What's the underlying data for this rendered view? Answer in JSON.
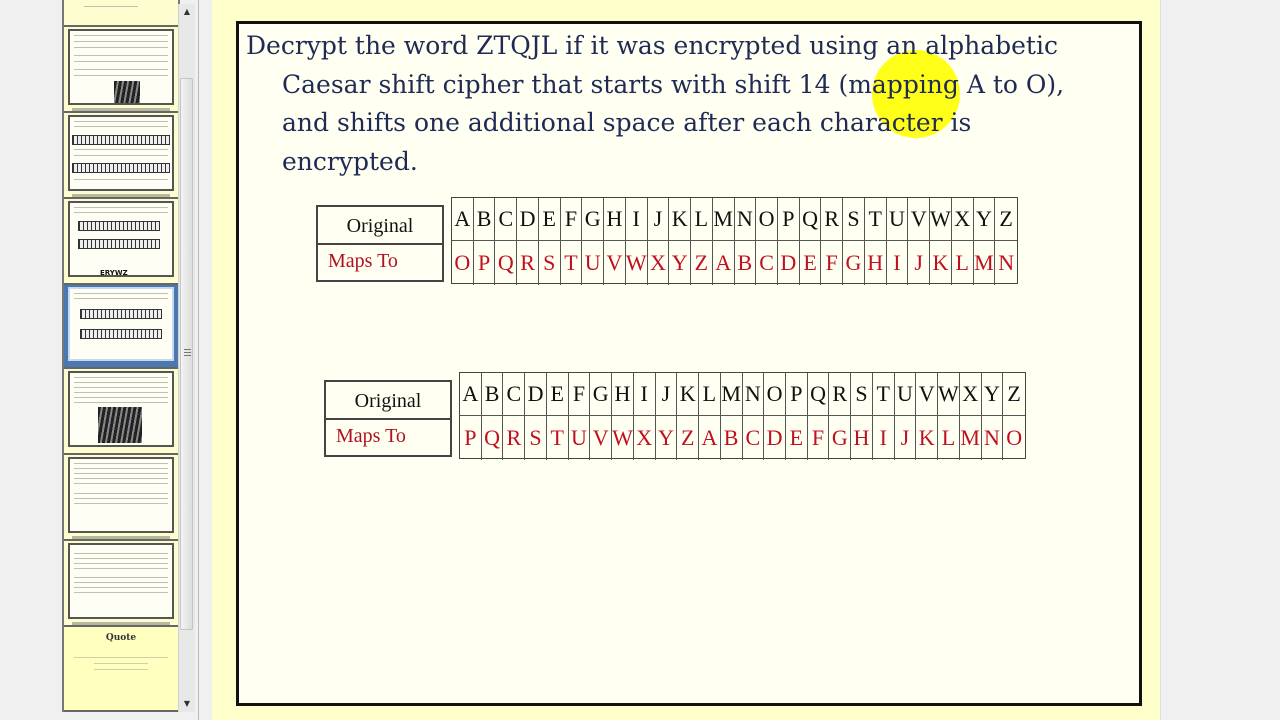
{
  "thumbnails": {
    "items": [
      {
        "index": 1,
        "type": "text-photo",
        "selected": false
      },
      {
        "index": 2,
        "type": "two-tables-annotated",
        "selected": false
      },
      {
        "index": 3,
        "type": "two-tables-annotated",
        "annotation": "ERYWZ",
        "selected": false
      },
      {
        "index": 4,
        "type": "two-tables",
        "selected": true
      },
      {
        "index": 5,
        "type": "text-photo",
        "selected": false
      },
      {
        "index": 6,
        "type": "text",
        "selected": false
      },
      {
        "index": 7,
        "type": "text",
        "selected": false
      },
      {
        "index": 8,
        "type": "quote",
        "title": "Quote",
        "selected": false
      }
    ]
  },
  "scrollbar": {
    "up_icon": "▲",
    "down_icon": "▼"
  },
  "slide": {
    "problem": {
      "line1": "Decrypt the word ZTQJL if it was encrypted using an alphabetic",
      "line2": "Caesar shift cipher that starts with shift 14 (mapping A to O),",
      "line3": "and shifts one additional space after each character is",
      "line4": "encrypted."
    },
    "tables": [
      {
        "label_original": "Original",
        "label_maps_to": "Maps To",
        "original": [
          "A",
          "B",
          "C",
          "D",
          "E",
          "F",
          "G",
          "H",
          "I",
          "J",
          "K",
          "L",
          "M",
          "N",
          "O",
          "P",
          "Q",
          "R",
          "S",
          "T",
          "U",
          "V",
          "W",
          "X",
          "Y",
          "Z"
        ],
        "maps_to": [
          "O",
          "P",
          "Q",
          "R",
          "S",
          "T",
          "U",
          "V",
          "W",
          "X",
          "Y",
          "Z",
          "A",
          "B",
          "C",
          "D",
          "E",
          "F",
          "G",
          "H",
          "I",
          "J",
          "K",
          "L",
          "M",
          "N"
        ]
      },
      {
        "label_original": "Original",
        "label_maps_to": "Maps To",
        "original": [
          "A",
          "B",
          "C",
          "D",
          "E",
          "F",
          "G",
          "H",
          "I",
          "J",
          "K",
          "L",
          "M",
          "N",
          "O",
          "P",
          "Q",
          "R",
          "S",
          "T",
          "U",
          "V",
          "W",
          "X",
          "Y",
          "Z"
        ],
        "maps_to": [
          "P",
          "Q",
          "R",
          "S",
          "T",
          "U",
          "V",
          "W",
          "X",
          "Y",
          "Z",
          "A",
          "B",
          "C",
          "D",
          "E",
          "F",
          "G",
          "H",
          "I",
          "J",
          "K",
          "L",
          "M",
          "N",
          "O"
        ]
      }
    ]
  },
  "colors": {
    "slide_background": "#ffffcc",
    "frame_background": "#fffff2",
    "problem_text": "#1f2a55",
    "maps_to_text": "#c01020",
    "cursor_highlight": "#ffff00",
    "selected_thumb": "#4a78b0"
  }
}
